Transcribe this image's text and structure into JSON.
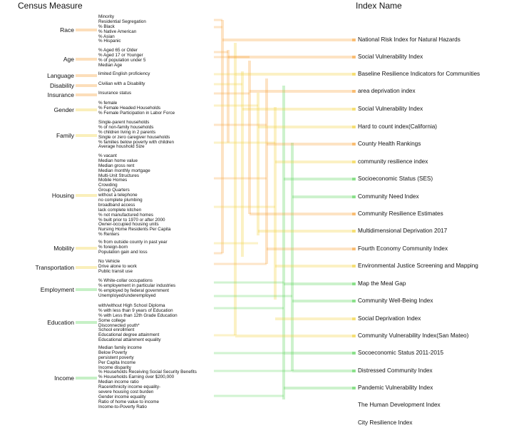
{
  "header": {
    "left_title": "Census Measure",
    "right_title": "Index Name"
  },
  "categories": [
    {
      "name": "Race",
      "measures": [
        "Minority",
        "Residential Segregation",
        "% Black",
        "% Native American",
        "% Asian",
        "% Hispanic"
      ]
    },
    {
      "name": "Age",
      "measures": [
        "% Aged 65 or Older",
        "% Aged 17 or Younger",
        "% of population under 5",
        "Median Age"
      ]
    },
    {
      "name": "Language",
      "measures": [
        "limited English proficiency"
      ]
    },
    {
      "name": "Disability",
      "measures": [
        "Civilian with a Disability"
      ]
    },
    {
      "name": "Insurance",
      "measures": [
        "Insurance status"
      ]
    },
    {
      "name": "Gender",
      "measures": [
        "% female",
        "% Female Headed Households",
        "% Female Participation in Labor Force"
      ]
    },
    {
      "name": "Family",
      "measures": [
        "Single-parent households",
        "% of non-family households",
        "% children living in 2 parents",
        "Single or zero caregiver households",
        "% families below poverty with children",
        "Average houshold Size"
      ]
    },
    {
      "name": "Housing",
      "measures": [
        "% vacant",
        "Median home value",
        "Median gross rent",
        "Median monthly mortgage",
        "Multi-Unit Structures",
        "Mobile Homes",
        "Crowding",
        "Group Quarters",
        "without a telephone",
        "no complete plumbing",
        "broadband access",
        "lack complete kitchen",
        "% not manufactured homes",
        "% built prior to 1970 or after 2000",
        "Owner-occupied housing units",
        "Nursing Home Residents Per Capita",
        "% Renters"
      ]
    },
    {
      "name": "Mobility",
      "measures": [
        "% from outside county in past year",
        "% foreign-born",
        "Population gain and loss"
      ]
    },
    {
      "name": "Transportation",
      "measures": [
        "No Vehicle",
        "Drive alone to work",
        "Public transit use"
      ]
    },
    {
      "name": "Employment",
      "measures": [
        "% White-collar occupations",
        "% employement in particular industries",
        "% employed by federal government",
        "Unemployed/underemployed"
      ]
    },
    {
      "name": "Education",
      "measures": [
        "with/without High School Diploma",
        "% with less than 9 years of Education",
        "% with Less than 12th Grade Education",
        "Some college",
        "Disconnected youth*",
        "School enrollment",
        "Educational degree attainment",
        "Educational attainment equality"
      ]
    },
    {
      "name": "Income",
      "measures": [
        "Median family income",
        "Below Poverty",
        "persistent poverty",
        "Per Capita Income",
        "Income disparity",
        "% Households Receiving Social Security Benefits",
        "% Households Earning over $200,000",
        "Median income ratio",
        "Race/ethnicity income equality-",
        "severe housing cost burden",
        "Gender income equality",
        "Ratio of home value to income",
        "Income-to-Poverty Ratio"
      ]
    }
  ],
  "indices": [
    "National Risk Index for Natural Hazards",
    "Social Vulnerability Index",
    "Baseline Resilience Indicators for Communities",
    "area deprivation index",
    "Social Vulnerability Index",
    "Hard to count index(California)",
    "County Health Rankings",
    "community resilience index",
    "Socioeconomic Status (SES)",
    "Community Need Index",
    "Community Resilience Estimates",
    "Multidimensional Deprivation 2017",
    "Fourth Economy Community Index",
    "Environmental Justice Screening and Mapping",
    "Map the Meal Gap",
    "Community Well-Being Index",
    "Social Deprivation Index",
    "Community Vulnerability Index(San Mateo)",
    "Socoeconomic Status 2011-2015",
    "Distressed Community Index",
    "Pandemic Vulnerability Index",
    "The Human Development Index",
    "City Resilience Index"
  ],
  "colors": {
    "link_warm": "#f7a13a",
    "link_mid": "#f2d23c",
    "link_green": "#5bd35b"
  }
}
